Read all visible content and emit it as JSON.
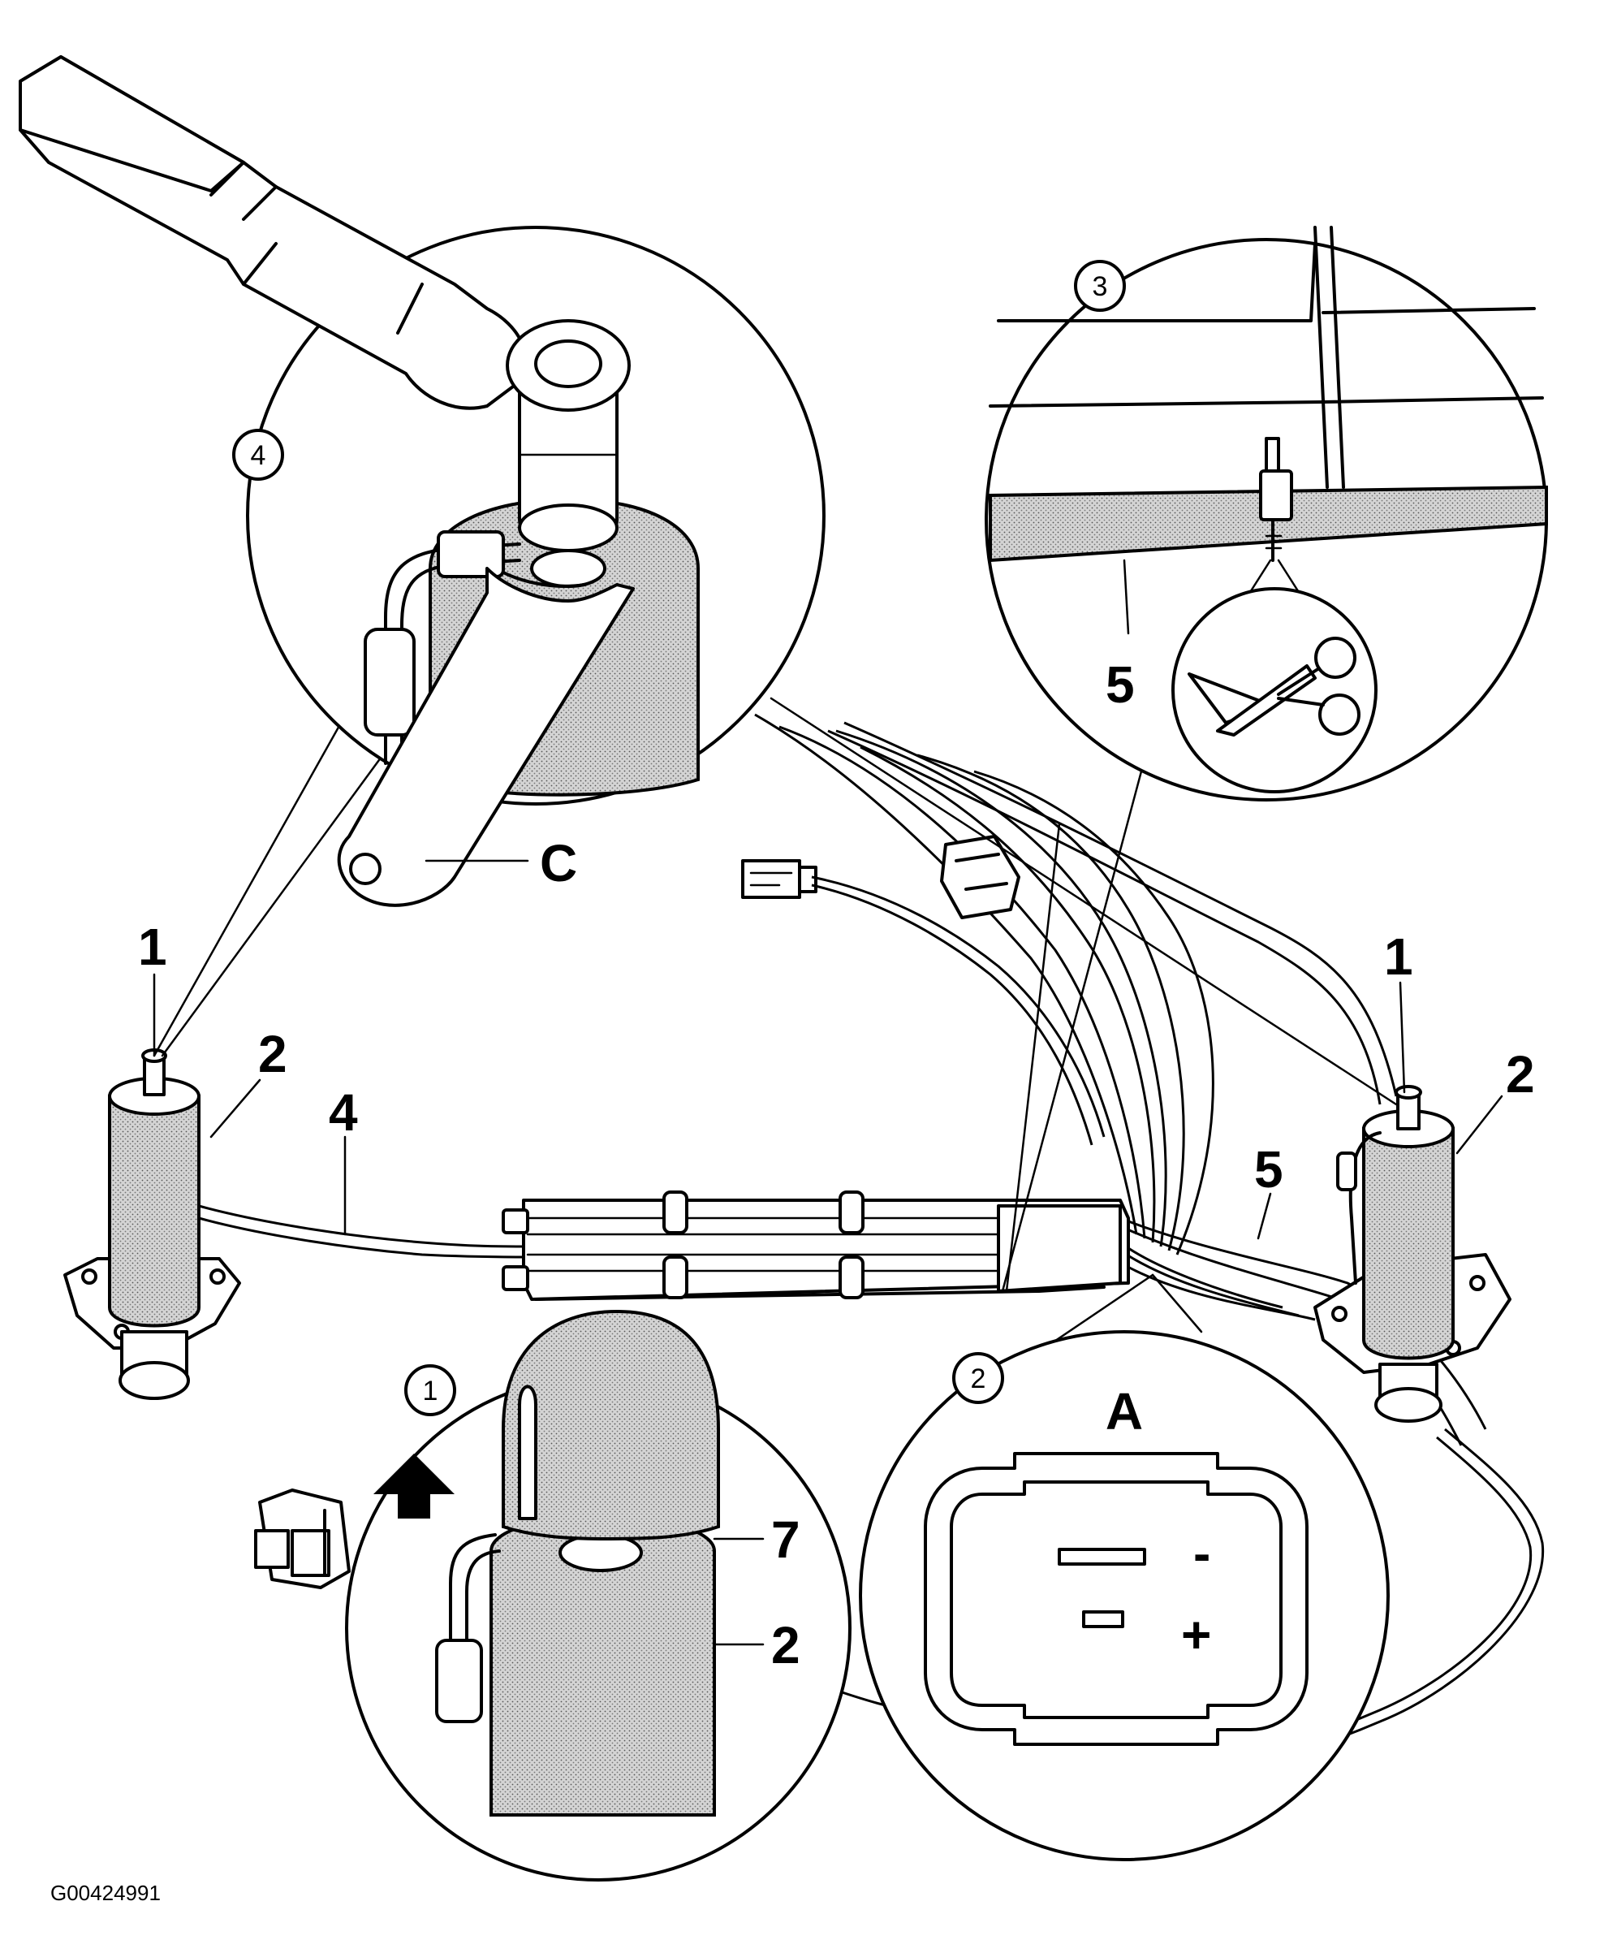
{
  "figure_id": "G00424991",
  "callouts": {
    "c1_left": "1",
    "c2_left": "2",
    "c4_line": "4",
    "c1_right": "1",
    "c2_right": "2",
    "c5_right": "5",
    "c5_detail": "5",
    "cC": "C",
    "cA": "A",
    "c7": "7",
    "c2_detail": "2"
  },
  "detail_circles": {
    "d4": "4",
    "d3": "3",
    "d1": "1",
    "d2": "2"
  },
  "connector_symbols": {
    "minus": "-",
    "plus": "+"
  }
}
